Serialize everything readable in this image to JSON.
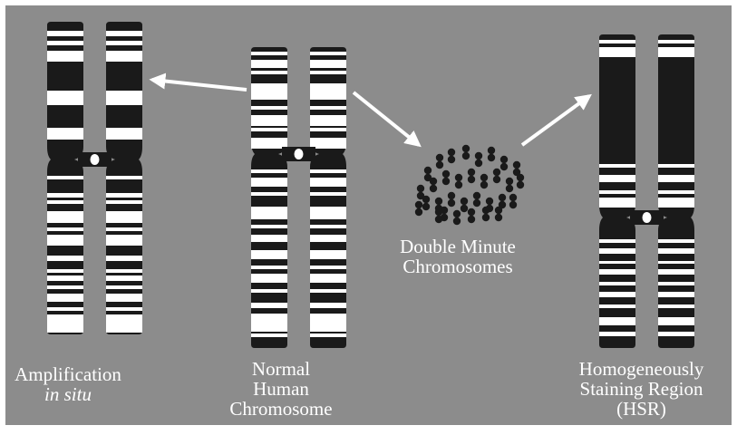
{
  "figure": {
    "background_color": "#8c8c8c",
    "band_color": "#ffffff",
    "chromosome_color": "#1a1a1a",
    "arrow_color": "#ffffff"
  },
  "labels": {
    "amplification": {
      "line1": "Amplification",
      "line2": "in situ"
    },
    "normal": {
      "line1": "Normal",
      "line2": "Human",
      "line3": "Chromosome"
    },
    "double_minute": {
      "line1": "Double Minute",
      "line2": "Chromosomes"
    },
    "hsr": {
      "line1": "Homogeneously",
      "line2": "Staining Region",
      "line3": "(HSR)"
    }
  }
}
